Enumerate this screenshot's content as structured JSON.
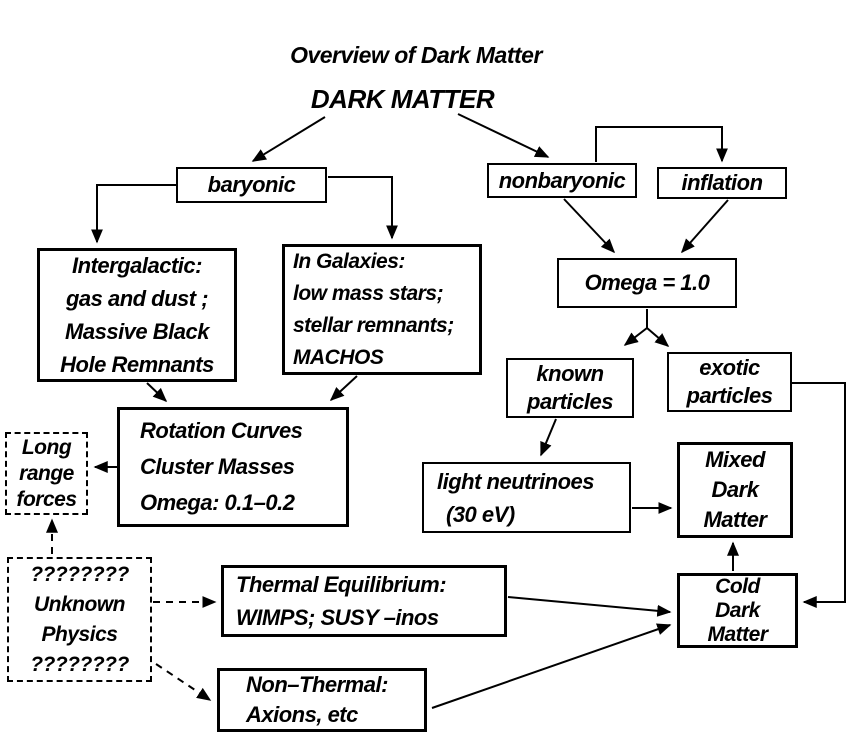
{
  "colors": {
    "background": "#ffffff",
    "line": "#000000",
    "text": "#000000"
  },
  "header": {
    "title": "Overview of Dark Matter",
    "root": "DARK MATTER"
  },
  "nodes": {
    "baryonic": {
      "lines": [
        "baryonic"
      ]
    },
    "nonbaryonic": {
      "lines": [
        "nonbaryonic"
      ]
    },
    "inflation": {
      "lines": [
        "inflation"
      ]
    },
    "intergalactic": {
      "lines": [
        "Intergalactic:",
        "gas and dust ;",
        "Massive Black",
        "Hole Remnants"
      ]
    },
    "in_galaxies": {
      "lines": [
        "In Galaxies:",
        "low mass stars;",
        "stellar remnants;",
        "MACHOS"
      ]
    },
    "omega_one": {
      "lines": [
        "Omega = 1.0"
      ]
    },
    "known_particles": {
      "lines": [
        "known",
        "particles"
      ]
    },
    "exotic_particles": {
      "lines": [
        "exotic",
        "particles"
      ]
    },
    "long_range_forces": {
      "lines": [
        "Long",
        "range",
        "forces"
      ]
    },
    "rotation_curves": {
      "lines": [
        "Rotation Curves",
        "Cluster Masses",
        "Omega: 0.1–0.2"
      ]
    },
    "light_neutrinos": {
      "lines": [
        "light neutrinoes",
        "(30 eV)"
      ]
    },
    "mixed_dark_matter": {
      "lines": [
        "Mixed",
        "Dark",
        "Matter"
      ]
    },
    "unknown_physics": {
      "lines": [
        "????????",
        "Unknown",
        "Physics",
        "????????"
      ]
    },
    "thermal_equilibrium": {
      "lines": [
        "Thermal Equilibrium:",
        "WIMPS; SUSY –inos"
      ]
    },
    "non_thermal": {
      "lines": [
        "Non–Thermal:",
        "Axions, etc"
      ]
    },
    "cold_dark_matter": {
      "lines": [
        "Cold",
        "Dark",
        "Matter"
      ]
    }
  },
  "edges": [
    {
      "from": "dark-matter",
      "to": "baryonic",
      "style": "solid"
    },
    {
      "from": "dark-matter",
      "to": "nonbaryonic",
      "style": "solid"
    },
    {
      "from": "nonbaryonic",
      "to": "inflation",
      "style": "solid"
    },
    {
      "from": "baryonic",
      "to": "intergalactic",
      "style": "solid"
    },
    {
      "from": "baryonic",
      "to": "in-galaxies",
      "style": "solid"
    },
    {
      "from": "nonbaryonic",
      "to": "omega-1.0",
      "style": "solid"
    },
    {
      "from": "inflation",
      "to": "omega-1.0",
      "style": "solid"
    },
    {
      "from": "omega-1.0",
      "to": "known-particles",
      "style": "solid"
    },
    {
      "from": "omega-1.0",
      "to": "exotic-particles",
      "style": "solid"
    },
    {
      "from": "intergalactic",
      "to": "rotation-curves",
      "style": "solid"
    },
    {
      "from": "in-galaxies",
      "to": "rotation-curves",
      "style": "solid"
    },
    {
      "from": "rotation-curves",
      "to": "long-range-forces",
      "style": "solid"
    },
    {
      "from": "unknown-physics",
      "to": "long-range-forces",
      "style": "dashed"
    },
    {
      "from": "known-particles",
      "to": "light-neutrinos",
      "style": "solid"
    },
    {
      "from": "light-neutrinos",
      "to": "mixed-dark-matter",
      "style": "solid"
    },
    {
      "from": "cold-dark-matter",
      "to": "mixed-dark-matter",
      "style": "solid"
    },
    {
      "from": "exotic-particles",
      "to": "cold-dark-matter",
      "style": "solid"
    },
    {
      "from": "unknown-physics",
      "to": "thermal-equilibrium",
      "style": "dashed"
    },
    {
      "from": "unknown-physics",
      "to": "non-thermal",
      "style": "dashed"
    },
    {
      "from": "thermal-equilibrium",
      "to": "cold-dark-matter",
      "style": "solid"
    },
    {
      "from": "non-thermal",
      "to": "cold-dark-matter",
      "style": "solid"
    }
  ]
}
